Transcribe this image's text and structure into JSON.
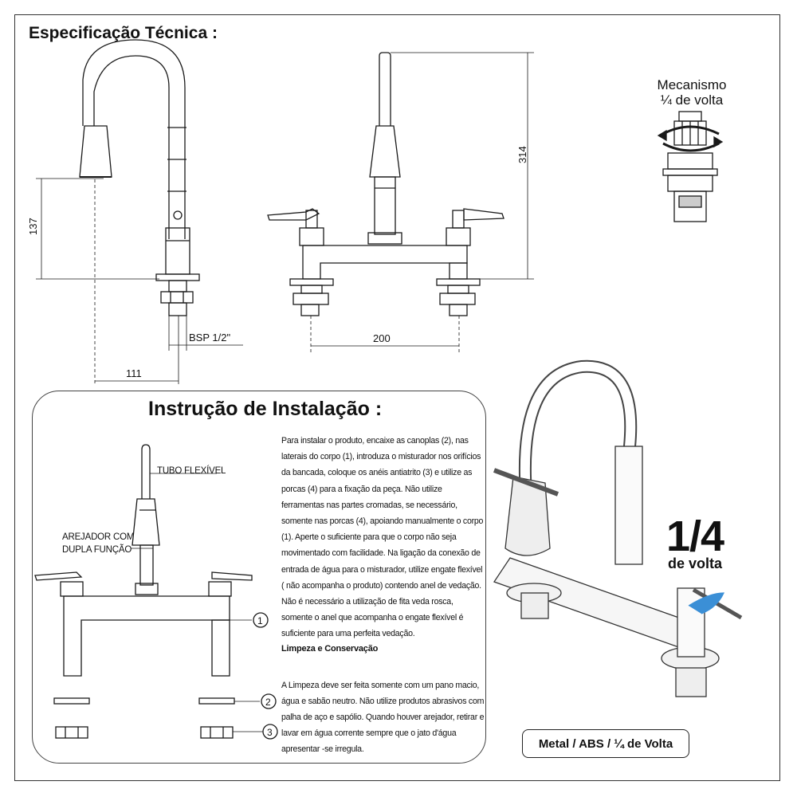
{
  "spec": {
    "title": "Especificação Técnica :",
    "dim_height_lateral": "137",
    "dim_height_front": "314",
    "dim_depth": "111",
    "dim_thread": "BSP 1/2\"",
    "dim_width": "200"
  },
  "mechanism": {
    "title_line1": "Mecanismo",
    "title_line2": "¼ de volta"
  },
  "install": {
    "title": "Instrução de Instalação :",
    "label_flex_tube": "TUBO FLEXÍVEL",
    "label_aerator_line1": "AREJADOR COM",
    "label_aerator_line2": "DUPLA FUNÇÃO",
    "callouts": [
      "1",
      "2",
      "3"
    ],
    "paragraph_install": "Para instalar o produto, encaixe as canoplas (2), nas laterais do corpo (1), introduza o misturador nos orifícios da bancada, coloque os anéis antiatrito (3) e utilize as porcas (4) para a fixação da peça. Não utilize ferramentas nas partes cromadas, se necessário, somente nas porcas (4), apoiando manualmente o corpo (1). Aperte o suficiente para que o corpo não seja movimentado com facilidade. Na ligação da conexão de entrada de água para o misturador, utilize engate flexível ( não acompanha o produto) contendo anel de vedação. Não é necessário a utilização de fita veda rosca, somente o anel que acompanha o engate flexível é suficiente para uma perfeita vedação.",
    "cleaning_heading": "Limpeza e Conservação",
    "paragraph_cleaning": "A Limpeza deve ser feita somente com um pano macio, água e sabão neutro. Não utilize produtos abrasivos com palha de aço e sapólio. Quando houver arejador, retirar e lavar em água corrente sempre que o jato d'água apresentar -se irregula."
  },
  "product": {
    "big_fraction": "1/4",
    "big_turn": "de volta",
    "badge": "Metal / ABS / ¼ de Volta",
    "arrow_color": "#3b8fd6"
  }
}
